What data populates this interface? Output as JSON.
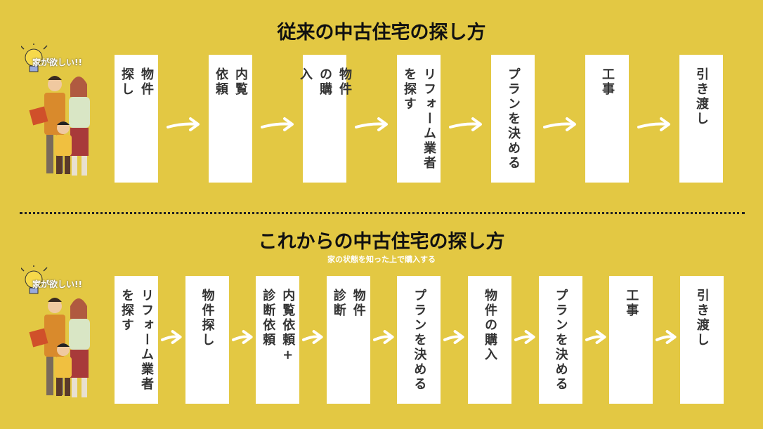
{
  "top": {
    "title": "従来の中古住宅の探し方",
    "speech": "家が欲しい!!",
    "steps": [
      [
        "物件",
        "探し"
      ],
      [
        "内覧",
        "依頼"
      ],
      [
        "物件",
        "の購",
        "入"
      ],
      [
        "リフォーム業者",
        "を探す"
      ],
      [
        "プランを決める"
      ],
      [
        "工事"
      ],
      [
        "引き渡し"
      ]
    ]
  },
  "bottom": {
    "title": "これからの中古住宅の探し方",
    "subtitle": "家の状態を知った上で購入する",
    "speech": "家が欲しい!!",
    "steps": [
      [
        "リフォーム業者",
        "を探す"
      ],
      [
        "物件探し"
      ],
      [
        "内覧依頼+",
        "診断依頼"
      ],
      [
        "物件",
        "診断"
      ],
      [
        "プランを決める"
      ],
      [
        "物件の購入"
      ],
      [
        "プランを決める"
      ],
      [
        "工事"
      ],
      [
        "引き渡し"
      ]
    ]
  },
  "colors": {
    "background": "#e3c843",
    "box": "#ffffff",
    "arrow": "#ffffff",
    "text": "#333333"
  }
}
